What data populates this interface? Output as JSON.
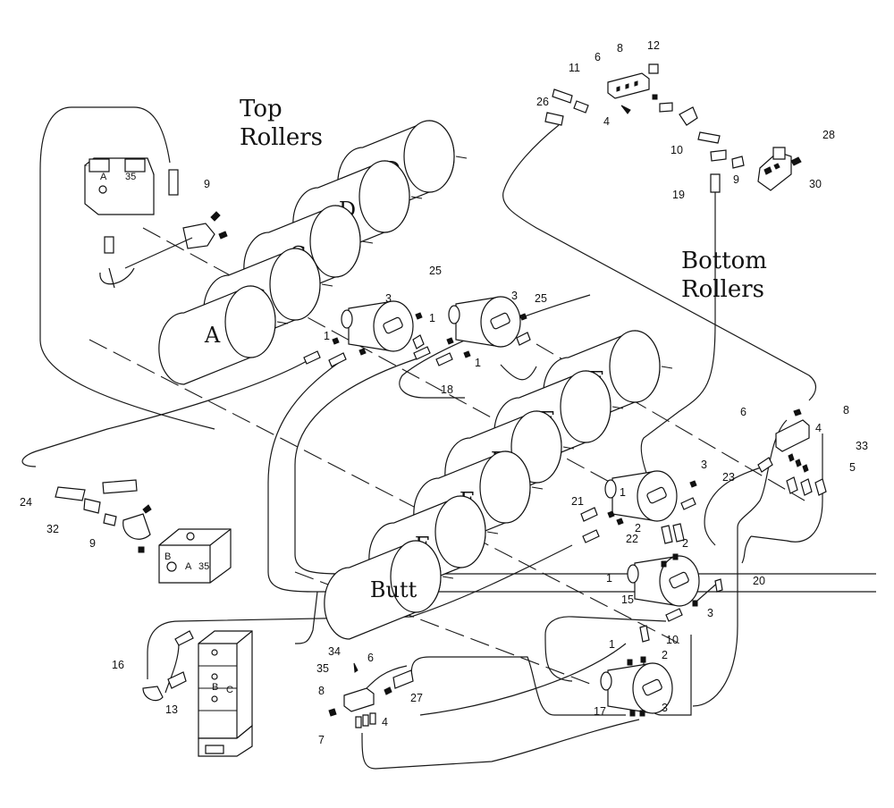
{
  "headings": {
    "top_line1": "Top",
    "top_line2": "Rollers",
    "bottom_line1": "Bottom",
    "bottom_line2": "Rollers"
  },
  "roller_labels": {
    "d1": "D",
    "d2": "D",
    "c1": "C",
    "c2": "C",
    "a": "A",
    "e1": "E",
    "e2": "E",
    "e3": "E",
    "f1": "F",
    "f2": "F",
    "butt": "Butt"
  },
  "valve_labels": {
    "upper_a": "A",
    "upper_35": "35",
    "lower_a": "A",
    "lower_35": "35",
    "lower_b": "B",
    "block_b": "B",
    "block_c": "C"
  },
  "callouts": {
    "c1": "12",
    "c2": "8",
    "c3": "11",
    "c4": "6",
    "c5": "26",
    "c6": "4",
    "c7": "28",
    "c8": "10",
    "c9": "9",
    "c10": "30",
    "c11": "19",
    "c12": "9",
    "c13": "25",
    "c14": "3",
    "c15": "3",
    "c16": "25",
    "c17": "1",
    "c18": "1",
    "c19": "1",
    "c20": "18",
    "c21": "6",
    "c22": "8",
    "c23": "4",
    "c24": "33",
    "c25": "5",
    "c26": "3",
    "c27": "23",
    "c28": "1",
    "c29": "21",
    "c30": "2",
    "c31": "22",
    "c32": "2",
    "c33": "1",
    "c34": "20",
    "c35": "3",
    "c36": "24",
    "c37": "32",
    "c38": "9",
    "c39": "15",
    "c40": "10",
    "c41": "1",
    "c42": "2",
    "c43": "17",
    "c44": "3",
    "c45": "16",
    "c46": "13",
    "c47": "34",
    "c48": "35",
    "c49": "6",
    "c50": "27",
    "c51": "8",
    "c52": "7",
    "c53": "4"
  }
}
